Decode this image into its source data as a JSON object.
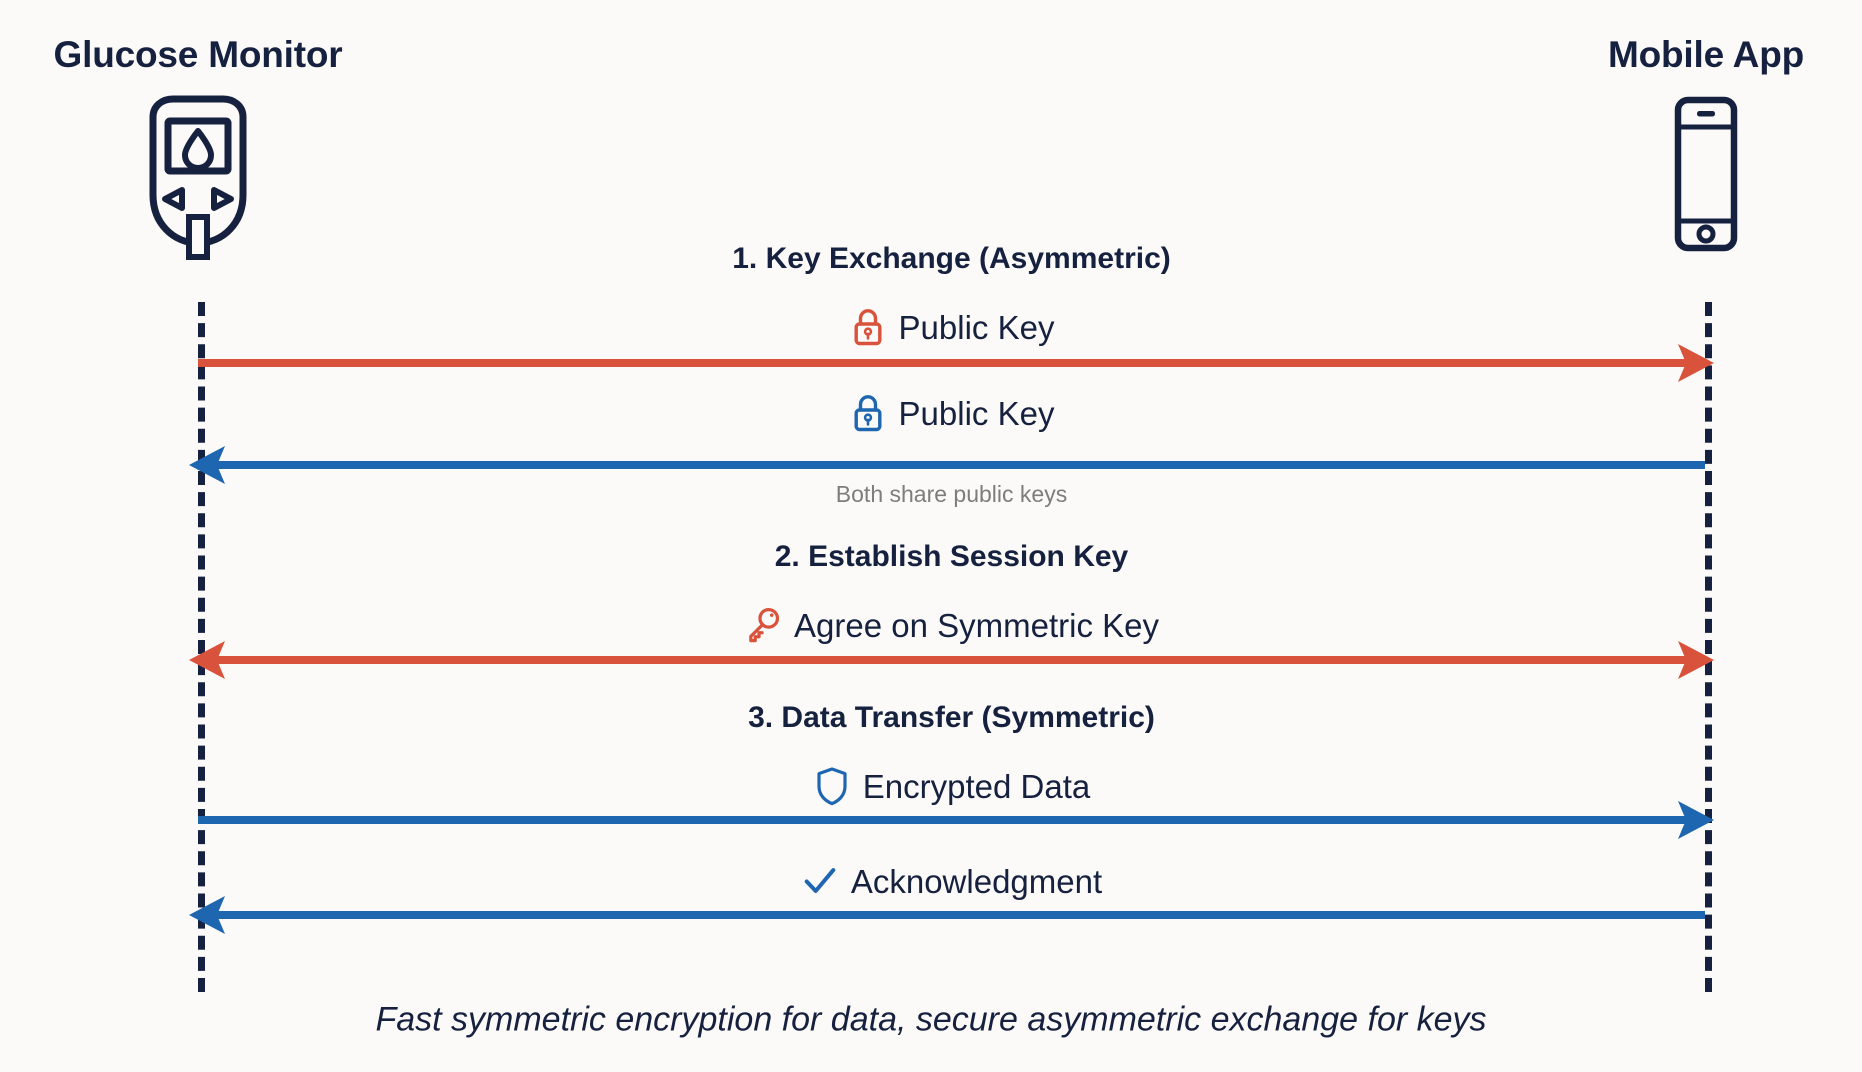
{
  "background_color": "#fbfaf8",
  "colors": {
    "ink": "#16213f",
    "red": "#d9533c",
    "blue": "#1f66b0",
    "note_gray": "#7d7d7d"
  },
  "actors": {
    "left": {
      "label": "Glucose Monitor",
      "icon": "glucose-monitor-icon"
    },
    "right": {
      "label": "Mobile App",
      "icon": "mobile-phone-icon"
    }
  },
  "sections": [
    {
      "id": "key-exchange",
      "title": "1. Key Exchange (Asymmetric)"
    },
    {
      "id": "session-key",
      "title": "2. Establish Session Key"
    },
    {
      "id": "data-transfer",
      "title": "3. Data Transfer (Symmetric)"
    }
  ],
  "messages": [
    {
      "id": "public-key-out",
      "label": "Public Key",
      "icon": "lock-icon",
      "icon_color": "#d9533c",
      "direction": "right",
      "color": "#d9533c"
    },
    {
      "id": "public-key-in",
      "label": "Public Key",
      "icon": "lock-icon",
      "icon_color": "#1f66b0",
      "direction": "left",
      "color": "#1f66b0"
    },
    {
      "id": "agree-symmetric-key",
      "label": "Agree on Symmetric Key",
      "icon": "key-icon",
      "icon_color": "#d9533c",
      "direction": "both",
      "color": "#d9533c"
    },
    {
      "id": "encrypted-data",
      "label": "Encrypted Data",
      "icon": "shield-icon",
      "icon_color": "#1f66b0",
      "direction": "right",
      "color": "#1f66b0"
    },
    {
      "id": "acknowledgment",
      "label": "Acknowledgment",
      "icon": "check-icon",
      "icon_color": "#1f66b0",
      "direction": "left",
      "color": "#1f66b0"
    }
  ],
  "notes": [
    {
      "id": "both-share-public-keys",
      "text": "Both share public keys"
    }
  ],
  "footer": {
    "caption": "Fast symmetric encryption for data, secure asymmetric exchange for keys"
  }
}
